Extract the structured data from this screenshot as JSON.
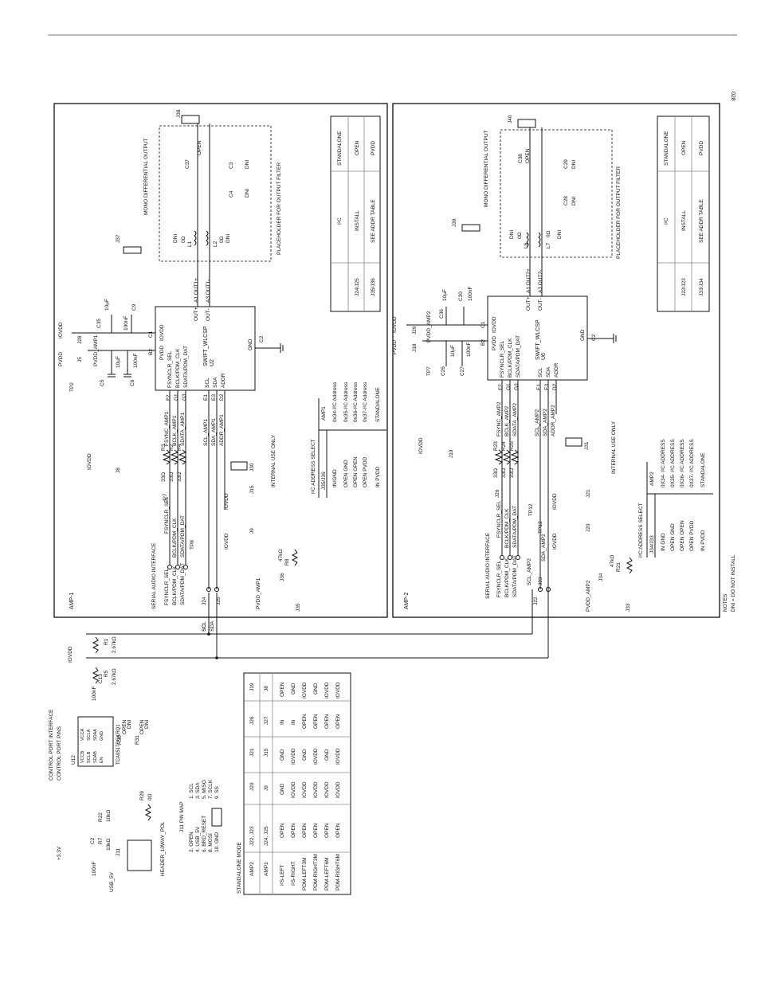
{
  "page_number": "028",
  "amp1": {
    "panel_label": "AMP-1",
    "ic_ref": "U2",
    "ic_part": "SWIFT_WLCSP",
    "pins_left": [
      "FSYNCLR_SEL",
      "BCLK/PDM_CLK",
      "SDATA/PDM_DAT"
    ],
    "ball_left": [
      "F2",
      "G1",
      "G3"
    ],
    "ctrl_pins": [
      "SCL",
      "SDA",
      "ADDR"
    ],
    "ctrl_balls": [
      "E1",
      "E3",
      "D2"
    ],
    "supply_pins": [
      "PVDD",
      "IOVDD"
    ],
    "supply_balls": [
      "B2",
      "C1"
    ],
    "gnd_pin": "GND",
    "gnd_ball": "C2",
    "out_pins": [
      "OUT+",
      "OUT-"
    ],
    "out_nets": [
      "A1 OUT1+",
      "A3 OUT1-"
    ],
    "net_fsync": "FSYNC_AMP1",
    "net_bclk": "BCLK_AMP1",
    "net_sdata": "SDATA_AMP1",
    "net_scl": "SCL_AMP1",
    "net_sda": "SDA_AMP1",
    "net_addr": "ADDR_AMP1",
    "r_refs": [
      "R3",
      "R2",
      "R4"
    ],
    "r_value": "33Ω",
    "header_fsync": "J27",
    "header_j24": "J24",
    "header_j25": "J25",
    "header_j30": "J30",
    "header_j15": "J15",
    "header_j9": "J9",
    "header_j8": "J8",
    "header_j36": "J36",
    "header_j35": "J35",
    "header_j37": "J37",
    "header_j38": "J38",
    "header_j28": "J28",
    "header_j5": "J5",
    "r8": "R8",
    "r8_value": "47kΩ",
    "pvdd_amp": "PVDD_AMP1",
    "tp_pvdd": "TP2",
    "tp_ser": "TP8",
    "c_refs": [
      "C5",
      "C6",
      "C35",
      "C9",
      "C37",
      "C3",
      "C4"
    ],
    "c_vals": [
      "10µF",
      "100nF",
      "10µF",
      "100nF",
      "OPEN",
      "DNI",
      "DNI"
    ],
    "l_refs": [
      "L1",
      "L2"
    ],
    "l_vals": [
      "0Ω",
      "0Ω"
    ],
    "filter_label": "PLACEHOLDER FOR OUTPUT FILTER",
    "mono_label": "MONO DIFFERENTIAL OUTPUT",
    "internal_label": "INTERNAL USE ONLY",
    "serial_label": "SERIAL AUDIO INTERFACE",
    "addr_table": {
      "title": "I²C ADDRESS SELECT",
      "headers": [
        "J35/J36",
        "AMP1"
      ],
      "rows": [
        [
          "IN/GND",
          "0x34-I²C Address"
        ],
        [
          "OPEN GND",
          "0x35-I²C Address"
        ],
        [
          "OPEN OPEN",
          "0x36-I²C Address"
        ],
        [
          "OPEN PVDD",
          "0x37-I²C Address"
        ],
        [
          "IN PVDD",
          "STANDALONE"
        ]
      ]
    },
    "mode_table": {
      "headers": [
        "I²C",
        "STANDALONE"
      ],
      "rows": [
        [
          "J24/J25",
          "INSTALL",
          "OPEN"
        ],
        [
          "J35/J36",
          "SEE ADDR TABLE",
          "PVDD"
        ]
      ]
    }
  },
  "amp2": {
    "panel_label": "AMP-2",
    "ic_ref": "U6",
    "ic_part": "SWIFT_WLCSP",
    "pins_left": [
      "FSYNCLR_SEL",
      "BCLK/PDM_CLK",
      "SDATA/PDM_DAT"
    ],
    "ball_left": [
      "F2",
      "G1",
      "G3"
    ],
    "ctrl_pins": [
      "SCL",
      "SDA",
      "ADDR"
    ],
    "ctrl_balls": [
      "E1",
      "E3",
      "D2"
    ],
    "supply_pins": [
      "PVDD",
      "IOVDD"
    ],
    "supply_balls": [
      "B2",
      "C1"
    ],
    "gnd_pin": "GND",
    "gnd_ball": "C2",
    "out_pins": [
      "OUT+",
      "OUT-"
    ],
    "out_nets": [
      "A1 OUT2+",
      "A3 OUT2-"
    ],
    "net_fsync": "FSYNC_AMP2",
    "net_bclk": "BCLK_AMP2",
    "net_sdata": "SDATA_AMP2",
    "net_scl": "SCL_AMP2",
    "net_sda": "SDA_AMP2",
    "net_addr": "ADDR_AMP2",
    "r_refs": [
      "R23",
      "R24",
      "R25"
    ],
    "r_value": "33Ω",
    "header_fsync": "J26",
    "header_j22": "J22",
    "header_j23": "J23",
    "header_j31": "J31",
    "header_j21": "J21",
    "header_j20": "J20",
    "header_j19": "J19",
    "header_j34": "J34",
    "header_j33": "J33",
    "header_j39": "J39",
    "header_j40": "J40",
    "header_j29": "J29",
    "header_j18": "J18",
    "r21": "R21",
    "r21_value": "47kΩ",
    "pvdd_amp": "PVDD_AMP2",
    "tp_pvdd": "TP7",
    "tp_ser": "TP12",
    "tp_sda": "TP13",
    "c_refs": [
      "C26",
      "C27",
      "C36",
      "C30",
      "C38",
      "C29",
      "C28"
    ],
    "c_vals": [
      "10µF",
      "100nF",
      "10µF",
      "100nF",
      "OPEN",
      "DNI",
      "DNI"
    ],
    "l_refs": [
      "L6",
      "L7"
    ],
    "l_vals": [
      "0Ω",
      "0Ω"
    ],
    "filter_label": "PLACEHOLDER FOR OUTPUT FILTER",
    "mono_label": "MONO DIFFERENTIAL OUTPUT",
    "internal_label": "INTERNAL USE ONLY",
    "serial_label": "SERIAL AUDIO INTERFACE",
    "addr_table": {
      "title": "I²C ADDRESS SELECT",
      "headers": [
        "J34/J33",
        "AMP2"
      ],
      "rows": [
        [
          "IN GND",
          "0X34- I²C ADDRESS"
        ],
        [
          "OPEN GND",
          "0X35- I²C ADDRESS"
        ],
        [
          "OPEN OPEN",
          "0X36- I²C ADDRESS"
        ],
        [
          "OPEN PVDD",
          "0X37- I²C ADDRESS"
        ],
        [
          "IN PVDD",
          "STANDALONE"
        ]
      ]
    },
    "mode_table": {
      "headers": [
        "I²C",
        "STANDALONE"
      ],
      "rows": [
        [
          "J22/J23",
          "INSTALL",
          "OPEN"
        ],
        [
          "J33/J34",
          "SEE ADDR TABLE",
          "PVDD"
        ]
      ]
    }
  },
  "control": {
    "title1": "CONTROL PORT INTERFACE",
    "title2": "CONTROL PORT PINS",
    "iovdd": "IOVDD",
    "u12_ref": "U12",
    "u12_part": "TCA9517DGKRQ1",
    "u12_pins": [
      "VCCB",
      "SCLB",
      "SDAB",
      "EN",
      "VCCA",
      "SCLA",
      "SDAA",
      "GND"
    ],
    "r1": "R1",
    "r1_val": "2.67kΩ",
    "r5": "R5",
    "r5_val": "2.67kΩ",
    "c13": "C13",
    "c13_val": "100nF",
    "r30": "R30",
    "r30_val": "OPEN",
    "r31": "R31",
    "r31_val": "OPEN",
    "dni": "DNI",
    "r29": "R29",
    "r29_val": "0Ω",
    "r22": "R22",
    "r22_val": "10kΩ",
    "r7": "R7",
    "r7_val": "10kΩ",
    "c2": "C2",
    "c2_val": "100nF",
    "j11": "J11",
    "j11_part": "HEADER_10WAY_POL",
    "usb": "USB_5V",
    "v33": "+3.3V",
    "scl": "SCL",
    "sda": "SDA",
    "pin_map_title": "J11 PIN MAP",
    "pin_map": [
      "1. SCL",
      "2. OPEN",
      "3. SDA",
      "4. USB_5V",
      "5. MISO",
      "6. BRD_RESET",
      "7. SCLK",
      "8. MOSI",
      "9. SS",
      "10. GND"
    ]
  },
  "standalone_table": {
    "title": "STANDALONE MODE",
    "headers": [
      "AMP2",
      "J22, J23",
      "J20",
      "J21",
      "J26",
      "J19"
    ],
    "headers2": [
      "AMP1",
      "J24, J25",
      "J9",
      "J15",
      "J27",
      "J8"
    ],
    "rows": [
      [
        "I²S-LEFT",
        "OPEN",
        "GND",
        "GND",
        "IN",
        "OPEN"
      ],
      [
        "I²S-RIGHT",
        "OPEN",
        "IOVDD",
        "IOVDD",
        "IN",
        "GND"
      ],
      [
        "PDM-LEFT3M",
        "OPEN",
        "IOVDD",
        "GND",
        "OPEN",
        "IOVDD"
      ],
      [
        "PDM-RIGHT3M",
        "OPEN",
        "IOVDD",
        "IOVDD",
        "OPEN",
        "GND"
      ],
      [
        "PDM-LEFT6M",
        "OPEN",
        "IOVDD",
        "GND",
        "OPEN",
        "IOVDD"
      ],
      [
        "PDM-RIGHT6M",
        "OPEN",
        "IOVDD",
        "IOVDD",
        "OPEN",
        "IOVDD"
      ]
    ]
  },
  "notes": {
    "title": "NOTES",
    "line1": "DNI = DO NOT INSTALL"
  },
  "common": {
    "iovdd": "IOVDD",
    "pvdd": "PVDD",
    "gnd": "GND"
  }
}
